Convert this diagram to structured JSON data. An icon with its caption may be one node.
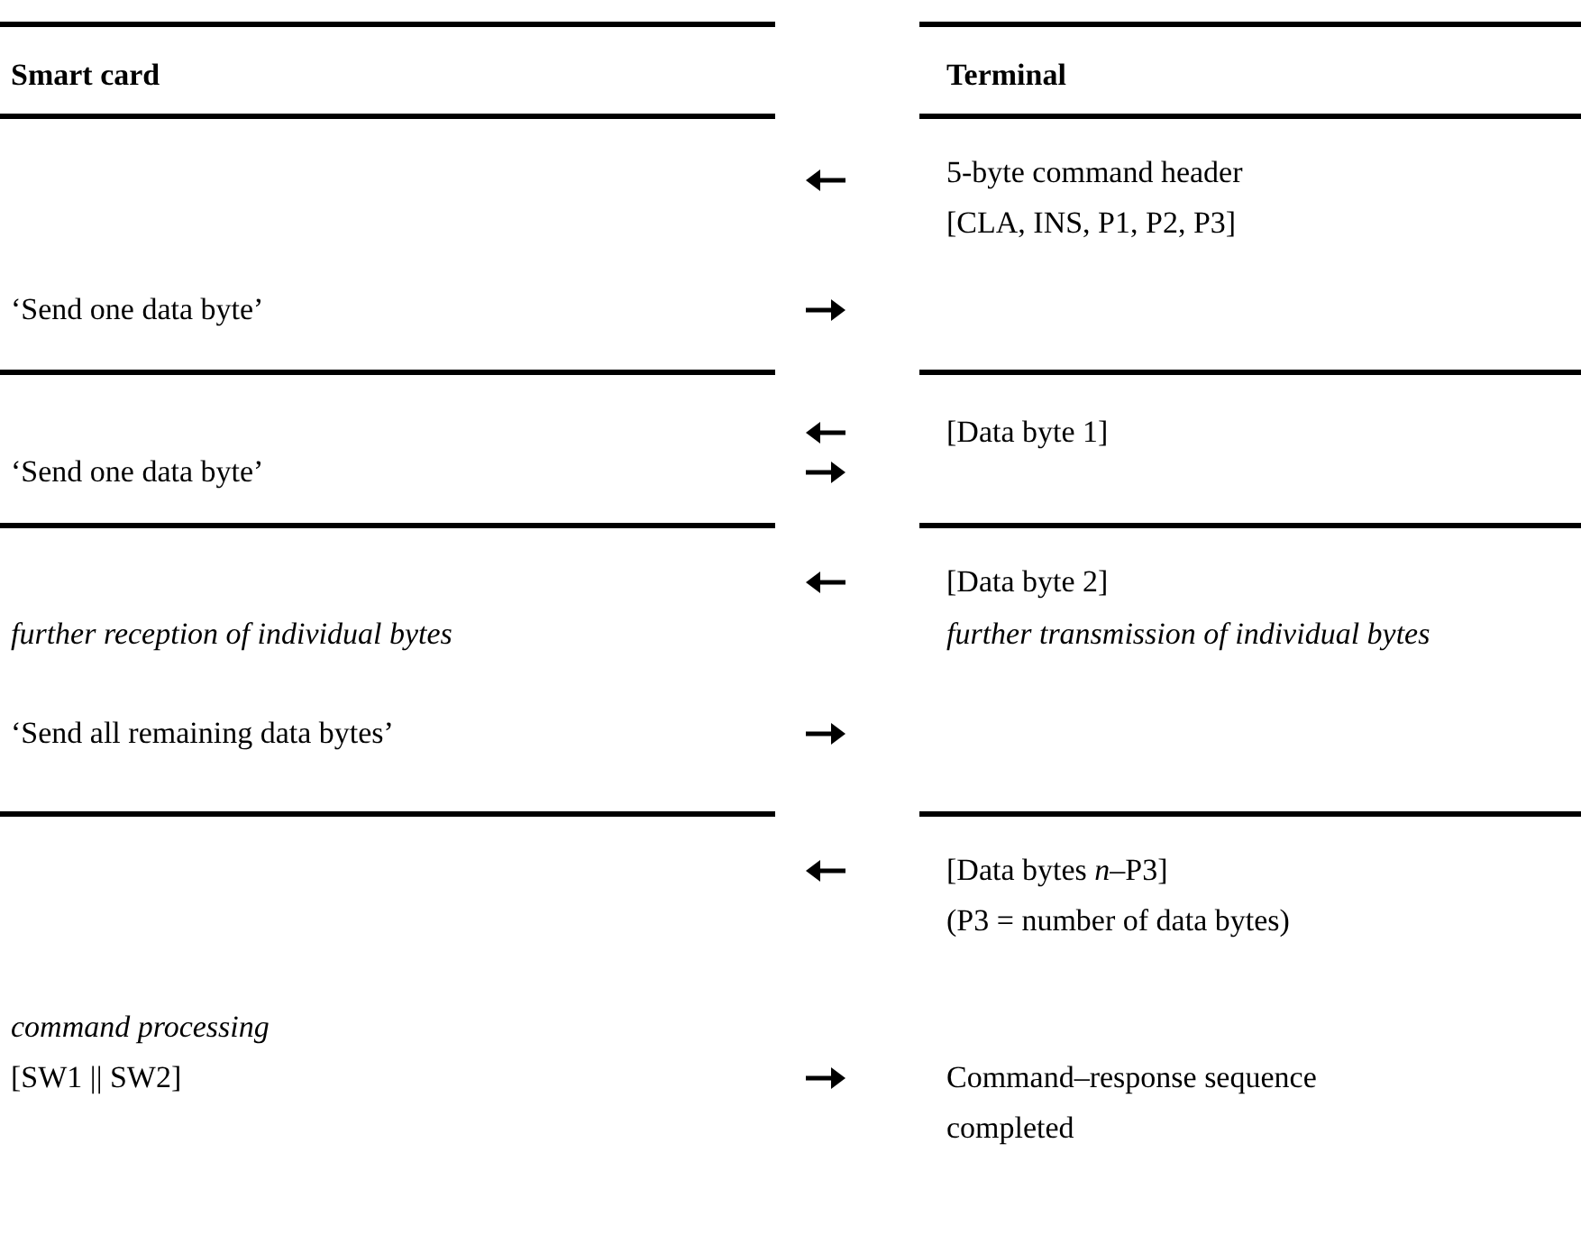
{
  "diagram": {
    "labels": [
      "Smart card",
      "Terminal",
      "5-byte command header [CLA, INS, P1, P2, P3]",
      "‘Send one data byte’",
      "[Data byte 1]",
      "‘Send one data byte’",
      "[Data byte 2]",
      "further reception of individual bytes",
      "further transmission of individual bytes",
      "‘Send all remaining data bytes’",
      "[Data bytes *n*–P3]",
      "(P3 = number of data bytes)",
      "command processing",
      "[SW1 || SW2]",
      "Command–response sequence completed"
    ]
  }
}
